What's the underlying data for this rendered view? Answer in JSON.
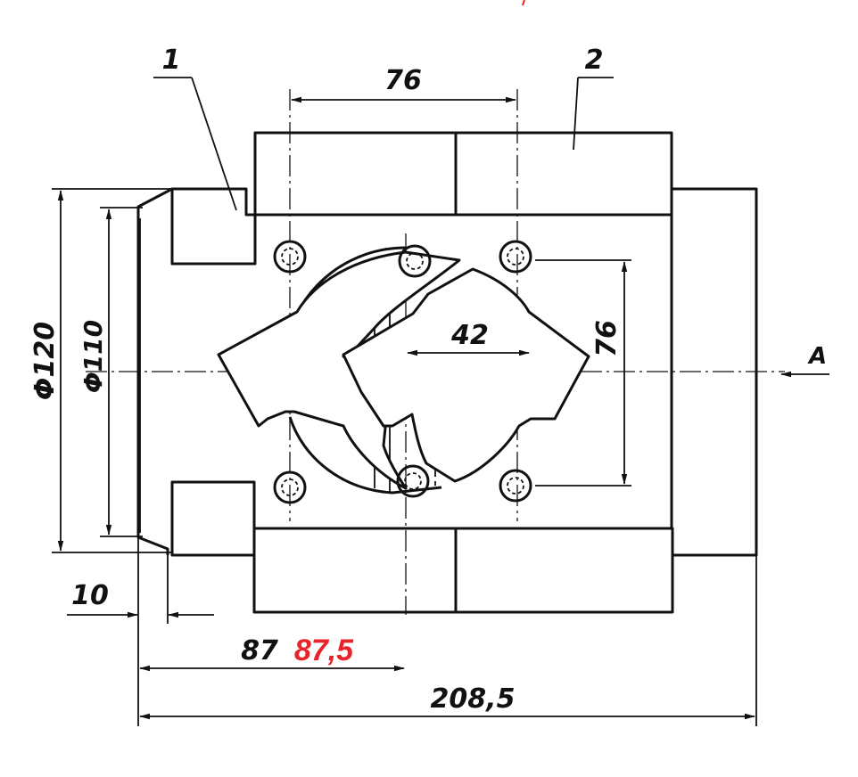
{
  "colors": {
    "line": "#111111",
    "correction": "#e8232a",
    "background": "#ffffff"
  },
  "callouts": {
    "part_1": "1",
    "part_2": "2",
    "view_arrow": "A"
  },
  "dimensions": {
    "hole_spacing_horizontal": "76",
    "hole_spacing_vertical": "76",
    "cam_offset": "42",
    "outer_diameter": "Φ120",
    "inner_diameter": "Φ110",
    "flange_thickness": "10",
    "center_distance_original": "87",
    "center_distance_corrected": "87,5",
    "overall_length": "208,5"
  }
}
